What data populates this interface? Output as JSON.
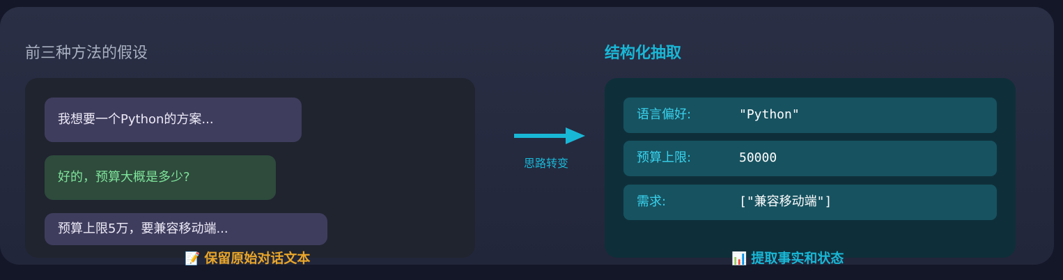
{
  "left_section": {
    "title": "前三种方法的假设",
    "messages": [
      {
        "role": "user",
        "text": "我想要一个Python的方案..."
      },
      {
        "role": "assistant",
        "text": "好的，预算大概是多少?"
      },
      {
        "role": "user",
        "text": "预算上限5万，要兼容移动端..."
      }
    ],
    "caption_icon": "memo-icon",
    "caption": "保留原始对话文本"
  },
  "transition": {
    "label": "思路转变",
    "color": "#19b7d6"
  },
  "right_section": {
    "title": "结构化抽取",
    "fields": [
      {
        "key": "语言偏好:",
        "value": "\"Python\""
      },
      {
        "key": "预算上限:",
        "value": "50000"
      },
      {
        "key": "需求:",
        "value": "[\"兼容移动端\"]"
      }
    ],
    "caption_icon": "bar-chart-icon",
    "caption": "提取事实和状态"
  },
  "colors": {
    "accent_cyan": "#19b7d6",
    "accent_orange": "#e9a62a",
    "assistant_green": "#7ee39a"
  }
}
